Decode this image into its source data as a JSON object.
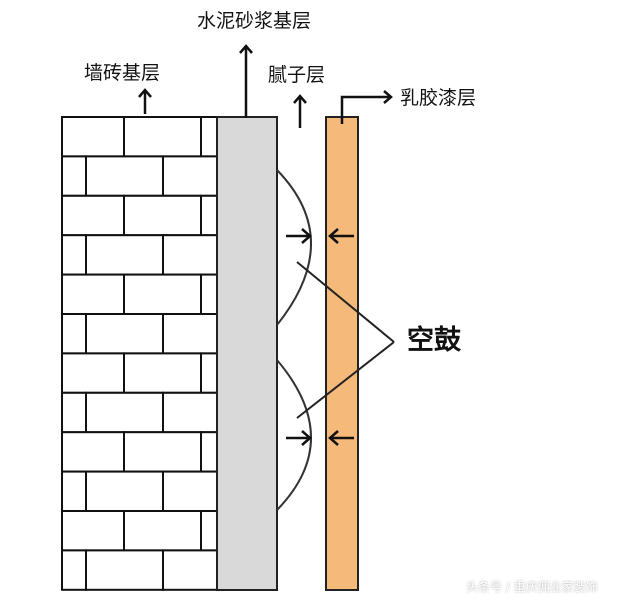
{
  "labels": {
    "brick_layer": "墙砖基层",
    "mortar_layer": "水泥砂浆基层",
    "putty_layer": "腻子层",
    "latex_layer": "乳胶漆层",
    "hollowing": "空鼓"
  },
  "watermark": "头条号 / 重庆佣业家装饰",
  "colors": {
    "brick_outline": "#111111",
    "mortar_fill": "#d9d9d9",
    "latex_fill": "#f5b97a",
    "stroke": "#222222"
  },
  "icons": [
    "arrow-up-icon",
    "arrow-right-icon"
  ]
}
